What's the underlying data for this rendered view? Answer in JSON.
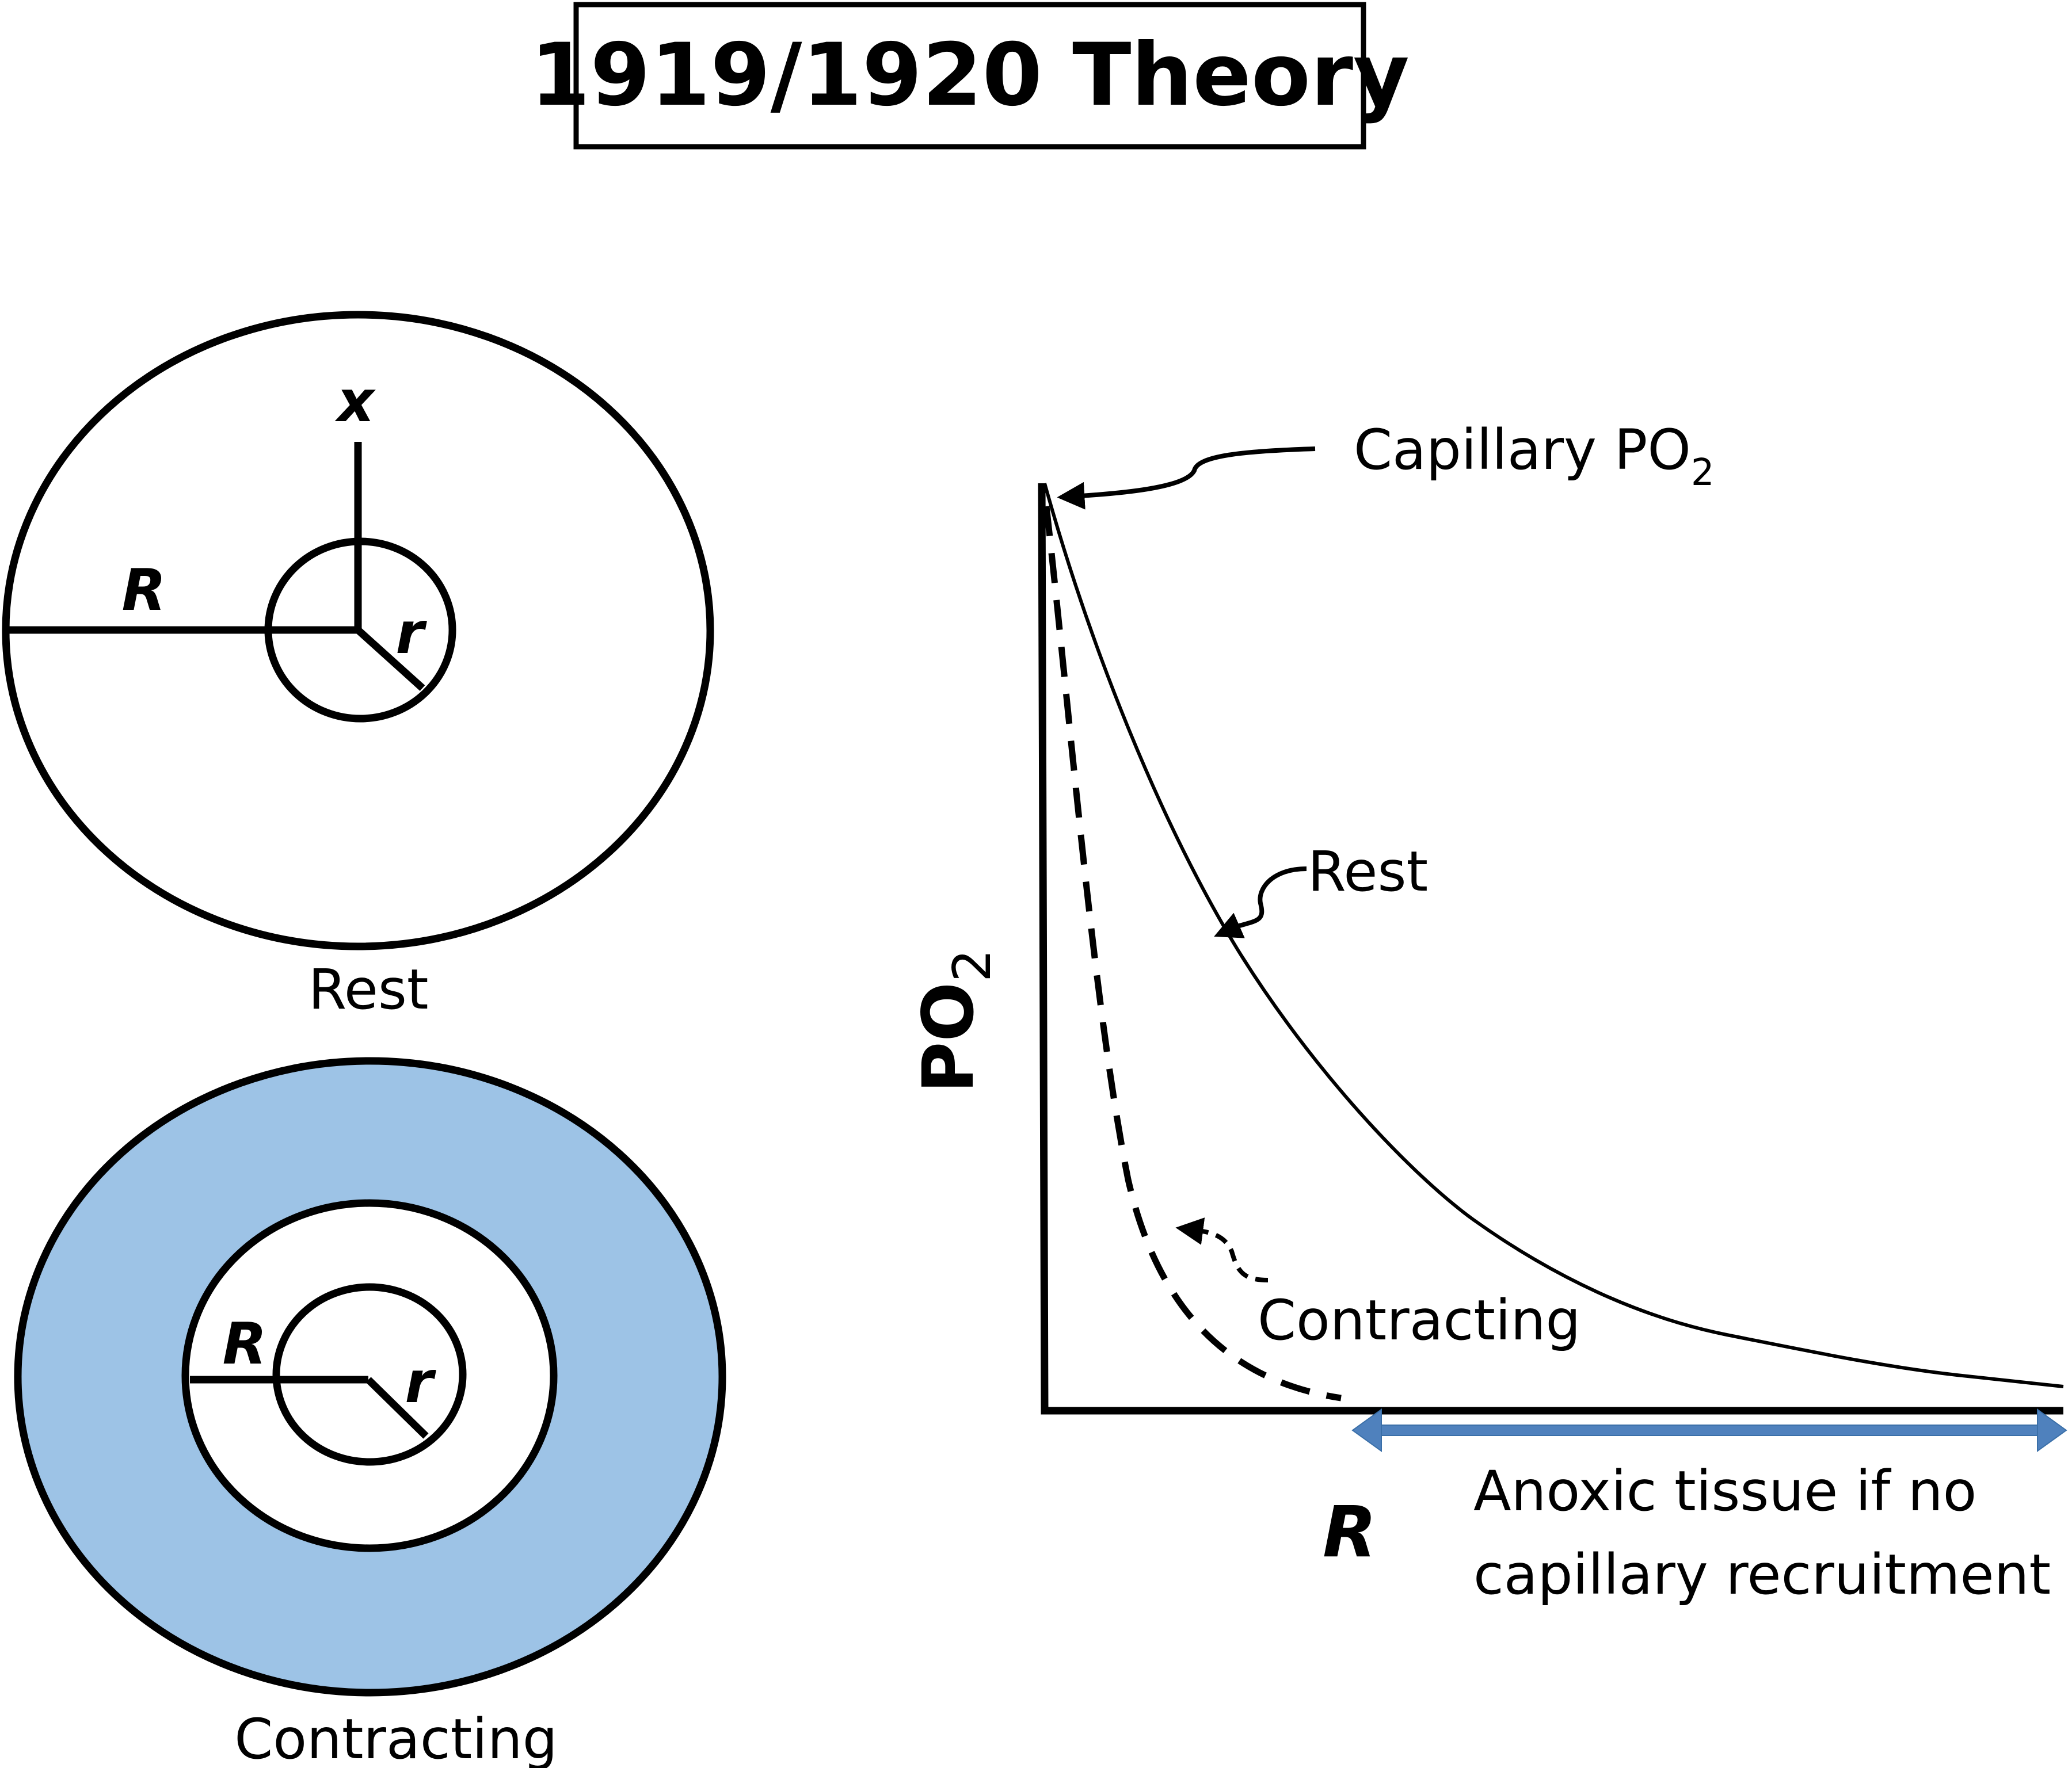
{
  "title": "1919/1920 Theory",
  "diagrams": {
    "rest": {
      "caption": "Rest",
      "label_R": "R",
      "label_r": "r",
      "label_x": "x"
    },
    "contracting": {
      "caption": "Contracting",
      "label_R": "R",
      "label_r": "r",
      "fill_color": "#9DC3E6"
    }
  },
  "graph": {
    "y_axis_label": "PO",
    "y_axis_subscript": "2",
    "x_axis_label": "R",
    "capillary_label": "Capillary PO",
    "capillary_subscript": "2",
    "rest_label": "Rest",
    "contracting_label": "Contracting",
    "anoxic_label_line1": "Anoxic tissue if no",
    "anoxic_label_line2": "capillary recruitment",
    "arrow_color": "#4F81BD"
  }
}
